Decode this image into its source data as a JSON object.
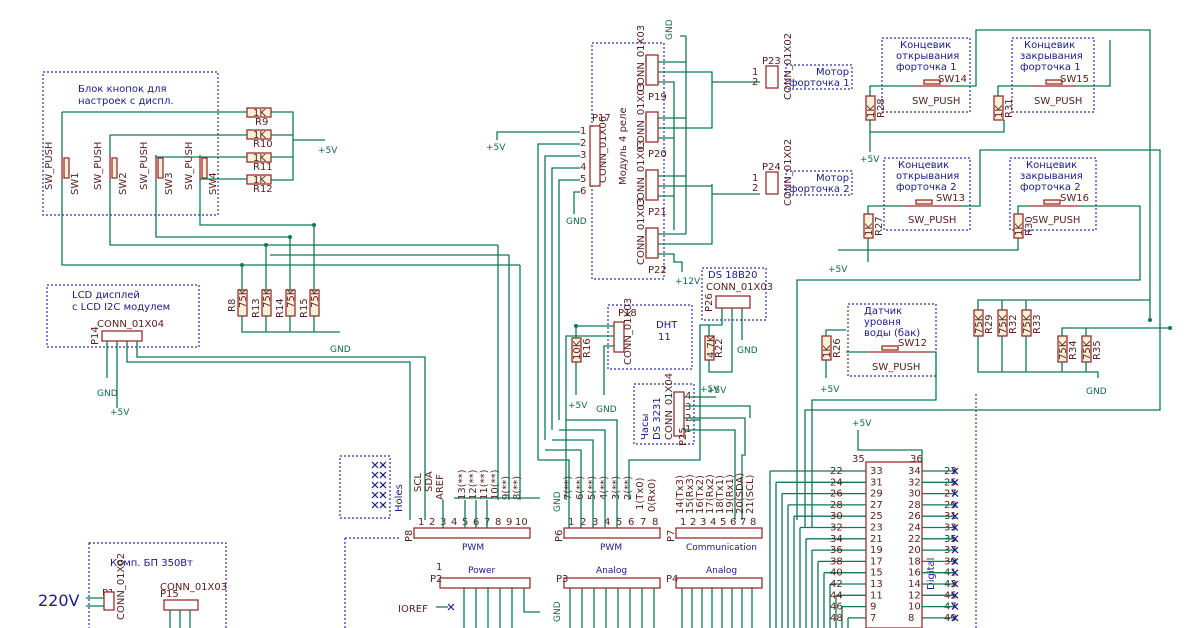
{
  "buttons_block": {
    "title1": "Блок кнопок для",
    "title2": "настроек с диспл.",
    "sw": [
      "SW1",
      "SW2",
      "SW3",
      "SW4"
    ],
    "sw_type": "SW_PUSH",
    "r": [
      "R9",
      "R10",
      "R11",
      "R12"
    ],
    "rval": "1K"
  },
  "lcd": {
    "title1": "LCD дисплей",
    "title2": "с LCD I2C модулем",
    "conn": "CONN_01X04",
    "ref": "P14"
  },
  "pullups": {
    "refs": [
      "R8",
      "R13",
      "R14",
      "R15"
    ],
    "val": "75K"
  },
  "relay": {
    "ref": "P17",
    "conn": "CONN_01X06",
    "label": "Модуль 4 реле",
    "pins": [
      "1",
      "2",
      "3",
      "4",
      "5",
      "6"
    ],
    "subs": [
      "P19",
      "P20",
      "P21",
      "P22"
    ],
    "subconn": "CONN_01X03"
  },
  "motors": {
    "m1": "Мотор",
    "m1b": "форточка 1",
    "m2": "Мотор",
    "m2b": "форточка 2",
    "p1": "P23",
    "p2": "P24",
    "conn": "CONN_01X02"
  },
  "limits": [
    {
      "l1": "Концевик",
      "l2": "открывания",
      "l3": "форточка 1",
      "sw": "SW14",
      "r": "R28"
    },
    {
      "l1": "Концевик",
      "l2": "закрывания",
      "l3": "форточка 1",
      "sw": "SW15",
      "r": "R31"
    },
    {
      "l1": "Концевик",
      "l2": "открывания",
      "l3": "форточка 2",
      "sw": "SW13",
      "r": "R27"
    },
    {
      "l1": "Концевик",
      "l2": "закрывания",
      "l3": "форточка 2",
      "sw": "SW16",
      "r": "R30"
    }
  ],
  "dht": {
    "ref": "P18",
    "conn": "CONN_01X03",
    "label1": "DHT",
    "label2": "11",
    "r": "R16",
    "rval": "10K"
  },
  "ds18b20": {
    "title": "DS 18B20",
    "conn": "CONN_01X03",
    "ref": "P26",
    "r": "R22",
    "rval": "4.7K"
  },
  "clock": {
    "l1": "Часы",
    "l2": "DS 3231",
    "conn": "CONN_01X04",
    "ref": "P25"
  },
  "water": {
    "l1": "Датчик",
    "l2": "уровня",
    "l3": "воды (бак)",
    "sw": "SW12",
    "r": "R26"
  },
  "right_res": {
    "refs": [
      "R29",
      "R32",
      "R33",
      "R34",
      "R35"
    ],
    "val": "75K"
  },
  "holes": {
    "label": "Holes"
  },
  "p8": {
    "ref": "P8",
    "label": "PWM",
    "pins": [
      "1",
      "2",
      "3",
      "4",
      "5",
      "6",
      "7",
      "8",
      "9",
      "10"
    ],
    "sig": [
      "SCL",
      "SDA",
      "AREF",
      "",
      "13(**)",
      "12(**)",
      "11(**)",
      "10(**)",
      "9(**)",
      "8(**)"
    ]
  },
  "p6": {
    "ref": "P6",
    "label": "PWM",
    "pins": [
      "1",
      "2",
      "3",
      "4",
      "5",
      "6",
      "7",
      "8"
    ],
    "sig": [
      "7(**)",
      "6(**)",
      "5(**)",
      "4(**)",
      "3(**)",
      "2(**)",
      "1(Tx0)",
      "0(Rx0)"
    ]
  },
  "p7": {
    "ref": "P7",
    "label": "Communication",
    "pins": [
      "1",
      "2",
      "3",
      "4",
      "5",
      "6",
      "7",
      "8"
    ],
    "sig": [
      "14(Tx3)",
      "15(Rx3)",
      "16(Tx2)",
      "17(Rx2)",
      "18(Tx1)",
      "19(Rx1)",
      "20(SDA)",
      "21(SCL)"
    ]
  },
  "p2": {
    "ref": "P2",
    "label": "Power",
    "ioref": "IOREF",
    "pin1": "1"
  },
  "p3": {
    "ref": "P3",
    "label": "Analog"
  },
  "p4": {
    "ref": "P4",
    "label": "Analog"
  },
  "digital": {
    "label": "Digital",
    "left": [
      "22",
      "24",
      "26",
      "28",
      "30",
      "32",
      "34",
      "36",
      "38",
      "40",
      "42",
      "44",
      "46",
      "48"
    ],
    "pl": [
      "33",
      "31",
      "29",
      "27",
      "25",
      "23",
      "21",
      "19",
      "17",
      "15",
      "13",
      "11",
      "9",
      "7"
    ],
    "pr": [
      "34",
      "32",
      "30",
      "28",
      "26",
      "24",
      "22",
      "20",
      "18",
      "16",
      "14",
      "12",
      "10",
      "8"
    ],
    "right": [
      "23",
      "25",
      "27",
      "29",
      "31",
      "33",
      "35",
      "37",
      "39",
      "41",
      "43",
      "45",
      "47",
      "49"
    ],
    "top": "36",
    "top2": "35"
  },
  "psu": {
    "title": "Комп. БП 350Вт",
    "p15": "P15",
    "conn3": "CONN_01X03",
    "p1": "P1",
    "conn2": "CONN_01X02",
    "v": "220V"
  },
  "nets": {
    "gnd": "GND",
    "p5v": "+5V",
    "p12v": "+12V"
  }
}
